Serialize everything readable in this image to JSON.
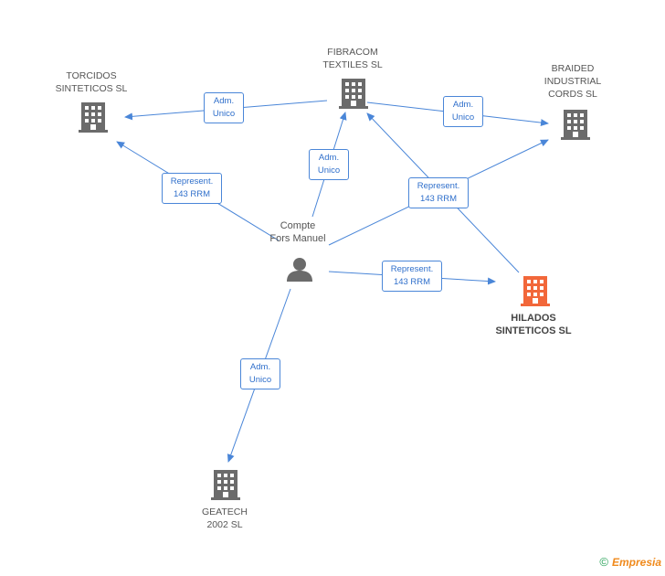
{
  "nodes": {
    "torcidos": {
      "label": "TORCIDOS\nSINTETICOS SL"
    },
    "fibracom": {
      "label": "FIBRACOM\nTEXTILES SL"
    },
    "braided": {
      "label": "BRAIDED\nINDUSTRIAL\nCORDS SL"
    },
    "hilados": {
      "label": "HILADOS\nSINTETICOS SL"
    },
    "geatech": {
      "label": "GEATECH\n2002 SL"
    },
    "person": {
      "label": "Compte\nFors Manuel"
    }
  },
  "edges": {
    "fibracom_torcidos": {
      "label": "Adm.\nUnico"
    },
    "fibracom_braided": {
      "label": "Adm.\nUnico"
    },
    "person_fibracom": {
      "label": "Adm.\nUnico"
    },
    "person_torcidos": {
      "label": "Represent.\n143 RRM"
    },
    "person_braided": {
      "label": "Represent.\n143 RRM"
    },
    "person_hilados": {
      "label": "Represent.\n143 RRM"
    },
    "person_geatech": {
      "label": "Adm.\nUnico"
    }
  },
  "colors": {
    "edge": "#4a86d8",
    "building": "#6b6b6b",
    "building_main": "#f2673a",
    "person": "#6b6b6b"
  },
  "footer": {
    "copyright": "©",
    "brand": "Empresia"
  }
}
